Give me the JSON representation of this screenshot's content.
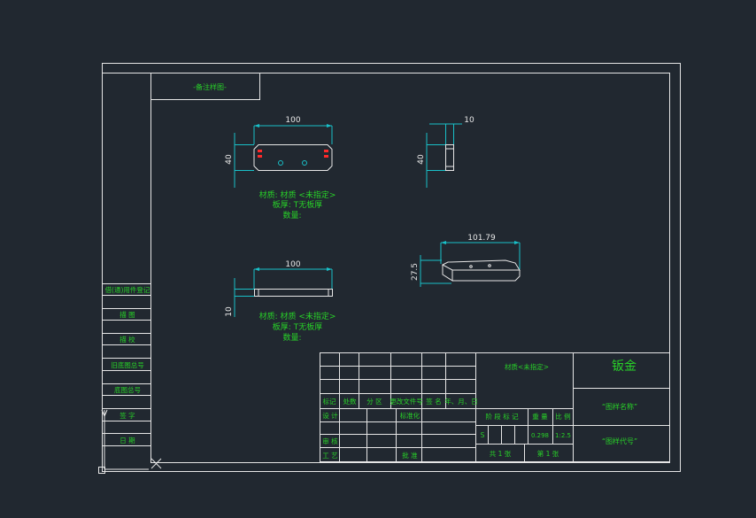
{
  "corner_label": "-备注样图-",
  "views": {
    "front": {
      "dim_width": "100",
      "dim_height": "40"
    },
    "side": {
      "dim_thickness": "10",
      "dim_height": "40"
    },
    "bottom": {
      "dim_width": "100",
      "dim_height": "10"
    },
    "iso": {
      "dim_length": "101.79",
      "dim_height": "27.5"
    }
  },
  "notes_top": {
    "line1": "材质: 材质 <未指定>",
    "line2": "板厚: T无板厚",
    "line3": "数量:"
  },
  "notes_bottom": {
    "line1": "材质: 材质 <未指定>",
    "line2": "板厚: T无板厚",
    "line3": "数量:"
  },
  "side_strip": [
    "借(通)用件登记",
    "描 图",
    "描 校",
    "旧底图总号",
    "底图总号",
    "签 字",
    "日 期"
  ],
  "title_block": {
    "row_labels": [
      "标记",
      "处数",
      "分 区",
      "更改文件号",
      "签 名",
      "年、月、日"
    ],
    "design": "设 计",
    "std": "标准化",
    "review": "审 核",
    "process": "工 艺",
    "approve": "批 准",
    "material": "材质<未指定>",
    "stage_mark": "阶 段 标 记",
    "weight": "重 量",
    "scale": "比 例",
    "stage_s": "S",
    "weight_val": "0.298",
    "scale_val": "1:2.5",
    "total_sheets": "共 1 张",
    "sheet_no": "第 1 张",
    "company": "钣金",
    "drawing_name": "“图样名称”",
    "drawing_code": "“图样代号”"
  }
}
